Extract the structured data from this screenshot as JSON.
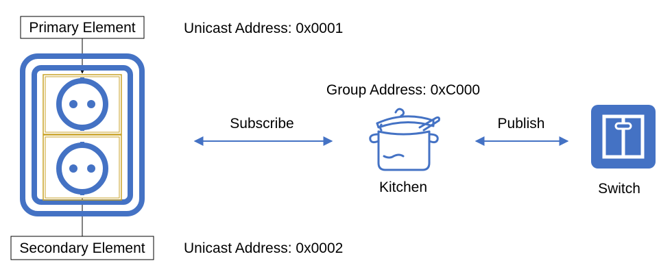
{
  "labels": {
    "primary_element": "Primary Element",
    "secondary_element": "Secondary Element",
    "unicast_primary": "Unicast Address: 0x0001",
    "unicast_secondary": "Unicast Address: 0x0002",
    "group_address": "Group Address: 0xC000",
    "subscribe": "Subscribe",
    "publish": "Publish",
    "kitchen": "Kitchen",
    "switch": "Switch"
  },
  "icons": {
    "outlet": "double-power-outlet-icon",
    "pot": "cooking-pot-icon",
    "switch": "light-switch-icon"
  },
  "colors": {
    "icon_blue": "#4472c4",
    "arrow_blue": "#4472c4",
    "outline_gold": "#c9a227",
    "text": "#000000"
  }
}
